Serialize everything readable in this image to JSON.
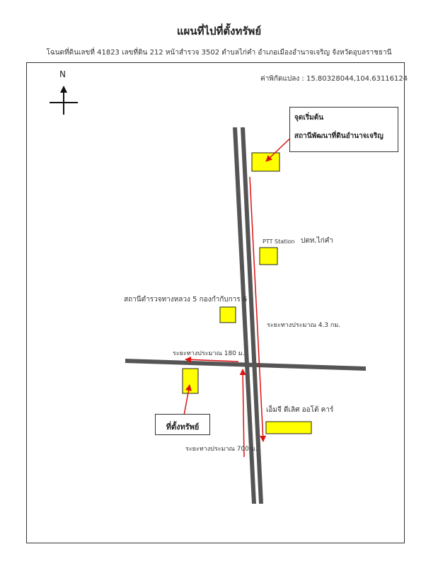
{
  "title": "แผนที่ไปที่ตั้งทรัพย์",
  "subtitle": "โฉนดที่ดินเลขที่ 41823 เลขที่ดิน 212 หน้าสำรวจ 3502 ตำบลไก่คำ อำเภอเมืองอำนาจเจริญ จังหวัดอุบลราชธานี",
  "coordinates": "ค่าพิกัดแปลง : 15.80328044,104.63116124",
  "compass": {
    "letter": "N"
  },
  "start_callout": {
    "line1": "จุดเริ่มต้น",
    "line2": "สถานีพัฒนาที่ดินอำนาจเจริญ"
  },
  "property_callout": {
    "label": "ที่ตั้งทรัพย์"
  },
  "landmarks": {
    "ptt_small": "PTT Station",
    "ptt_large": "ปตท.ไก่คำ",
    "police": "สถานีตำรวจทางหลวง 5 กองกำกับการ 6",
    "mg": "เอ็มจี ดีเลิศ ออโต้ คาร์"
  },
  "distances": {
    "d1": "ระยะทางประมาณ 4.3 กม.",
    "d2": "ระยะทางประมาณ 180 ม.",
    "d3": "ระยะทางประมาณ 700 ม."
  },
  "colors": {
    "road": "#555555",
    "road_centerline": "#ffffff",
    "landmark_fill": "#ffff00",
    "route_arrow": "#dd1111"
  }
}
